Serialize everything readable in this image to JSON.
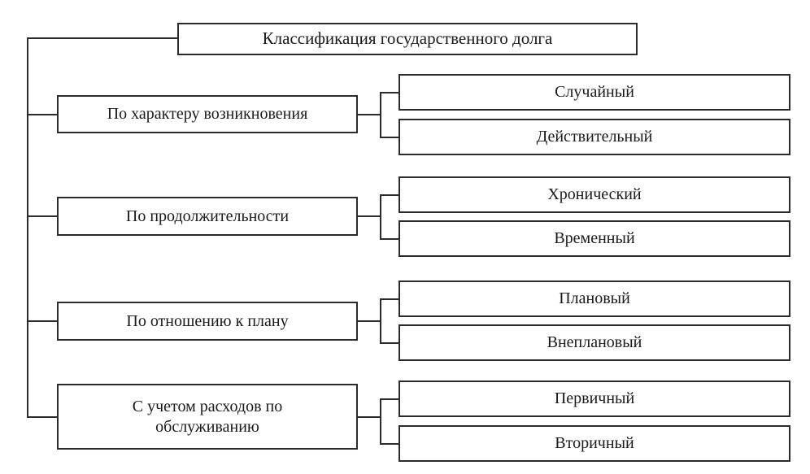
{
  "diagram": {
    "title": "Классификация государственного долга",
    "root": {
      "label": "Классификация государственного долга"
    },
    "categories": [
      {
        "label": "По характеру возникновения",
        "children": [
          {
            "label": "Случайный"
          },
          {
            "label": "Действительный"
          }
        ]
      },
      {
        "label": "По продолжительности",
        "children": [
          {
            "label": "Хронический"
          },
          {
            "label": "Временный"
          }
        ]
      },
      {
        "label": "По отношению к плану",
        "children": [
          {
            "label": "Плановый"
          },
          {
            "label": "Внеплановый"
          }
        ]
      },
      {
        "label": "С учетом расходов по\nобслуживанию",
        "children": [
          {
            "label": "Первичный"
          },
          {
            "label": "Вторичный"
          }
        ]
      }
    ],
    "style": {
      "line_color": "#2b2b2b",
      "box_fill": "#ffffff",
      "text_color": "#1a1a1a"
    }
  }
}
